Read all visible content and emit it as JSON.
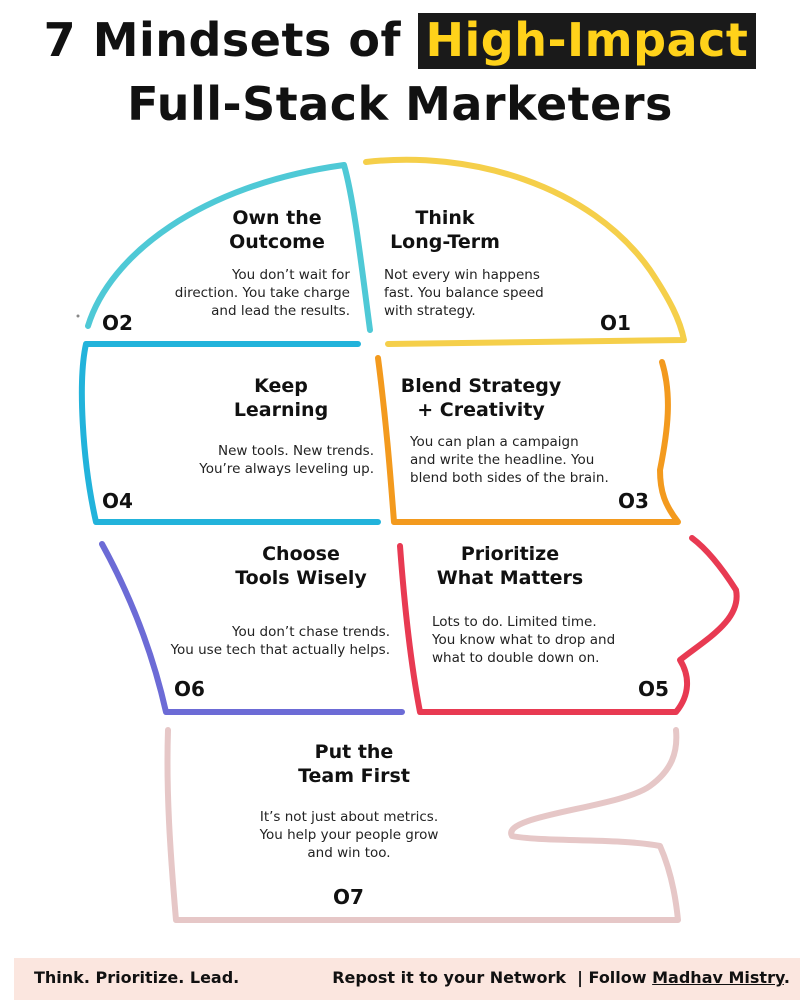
{
  "title": {
    "line1_prefix": "7 Mindsets of ",
    "line1_highlight": "High-Impact",
    "line2": "Full-Stack Marketers"
  },
  "sections": [
    {
      "number": "O1",
      "title_l1": "Think",
      "title_l2": "Long-Term",
      "body_l1": "Not every win happens",
      "body_l2": "fast. You balance speed",
      "body_l3": "with strategy."
    },
    {
      "number": "O2",
      "title_l1": "Own the",
      "title_l2": "Outcome",
      "body_l1": "You don’t wait for",
      "body_l2": "direction. You take charge",
      "body_l3": "and lead the results."
    },
    {
      "number": "O3",
      "title_l1": "Blend Strategy",
      "title_l2": "+ Creativity",
      "body_l1": "You can plan a campaign",
      "body_l2": "and write the headline. You",
      "body_l3": "blend both sides of the brain."
    },
    {
      "number": "O4",
      "title_l1": "Keep",
      "title_l2": "Learning",
      "body_l1": "New tools. New trends.",
      "body_l2": "You’re always leveling up.",
      "body_l3": ""
    },
    {
      "number": "O5",
      "title_l1": "Prioritize",
      "title_l2": "What Matters",
      "body_l1": "Lots to do. Limited time.",
      "body_l2": "You know what to drop and",
      "body_l3": "what to double down on."
    },
    {
      "number": "O6",
      "title_l1": "Choose",
      "title_l2": "Tools Wisely",
      "body_l1": "You don’t chase trends.",
      "body_l2": "You use tech that actually helps.",
      "body_l3": ""
    },
    {
      "number": "O7",
      "title_l1": "Put the",
      "title_l2": "Team First",
      "body_l1": "It’s not just about metrics.",
      "body_l2": "You help your people grow",
      "body_l3": "and win too."
    }
  ],
  "colors": {
    "s1": "#f5cf4a",
    "s2": "#4fc9d6",
    "s3": "#f39a1e",
    "s4": "#22b3db",
    "s5": "#e83a52",
    "s6": "#6c6bd6",
    "s7": "#e6c7c7",
    "highlight_bg": "#1a1a1a",
    "highlight_text": "#ffd21a",
    "footer_bg": "#fbe6df"
  },
  "footer": {
    "tagline": "Think. Prioritize. Lead.",
    "cta_prefix": "Repost it to your Network  | Follow ",
    "author": "Madhav Mistry",
    "cta_suffix": "."
  }
}
